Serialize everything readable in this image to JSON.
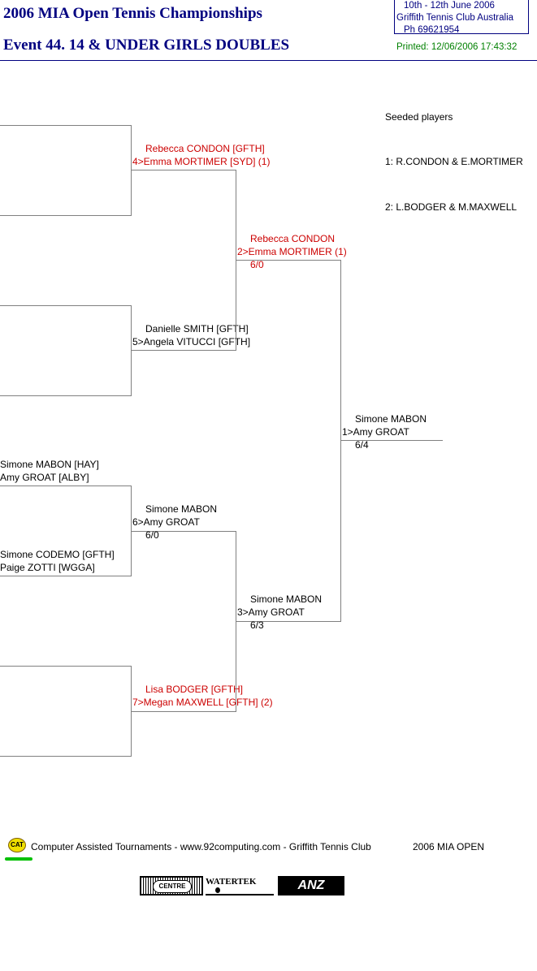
{
  "header": {
    "title": "2006 MIA Open Tennis Championships",
    "event": "Event 44. 14 & UNDER GIRLS DOUBLES",
    "dates": "10th - 12th June 2006",
    "venue": "Griffith Tennis Club   Australia",
    "phone": "Ph 69621954",
    "printed": "Printed: 12/06/2006 17:43:32"
  },
  "seeds": {
    "heading": "Seeded players",
    "items": [
      "1: R.CONDON & E.MORTIMER",
      "2: L.BODGER & M.MAXWELL"
    ]
  },
  "round1": [
    {
      "p1": "",
      "p2": "",
      "p3": "",
      "p4": ""
    },
    {
      "p1": "",
      "p2": "",
      "p3": "",
      "p4": ""
    },
    {
      "p1": "Simone MABON [HAY]",
      "p2": "Amy GROAT [ALBY]",
      "p3": "Simone CODEMO [GFTH]",
      "p4": "Paige ZOTTI [WGGA]"
    },
    {
      "p1": "",
      "p2": "",
      "p3": "",
      "p4": ""
    }
  ],
  "round2": [
    {
      "line1": "Rebecca CONDON [GFTH]",
      "line2": "4>Emma MORTIMER [SYD] (1)",
      "score": ""
    },
    {
      "line1": "Danielle SMITH [GFTH]",
      "line2": "5>Angela VITUCCI [GFTH]",
      "score": ""
    },
    {
      "line1": "Simone MABON",
      "line2": "6>Amy GROAT",
      "score": "6/0"
    },
    {
      "line1": "Lisa BODGER [GFTH]",
      "line2": "7>Megan MAXWELL [GFTH] (2)",
      "score": ""
    }
  ],
  "round3": [
    {
      "line1": "Rebecca CONDON",
      "line2": "2>Emma MORTIMER (1)",
      "score": "6/0"
    },
    {
      "line1": "Simone MABON",
      "line2": "3>Amy GROAT",
      "score": "6/3"
    }
  ],
  "final": {
    "line1": "Simone MABON",
    "line2": "1>Amy GROAT",
    "score": "6/4"
  },
  "footer": {
    "badge": "CAT",
    "credit": "Computer Assisted Tournaments - www.92computing.com -  Griffith Tennis Club",
    "event_name": "2006 MIA OPEN",
    "sponsors": [
      "CENTRE",
      "WATERTEK",
      "ANZ"
    ]
  },
  "colors": {
    "title": "#000080",
    "seed": "#cc0000",
    "printed": "#008000",
    "lines": "#808080"
  }
}
